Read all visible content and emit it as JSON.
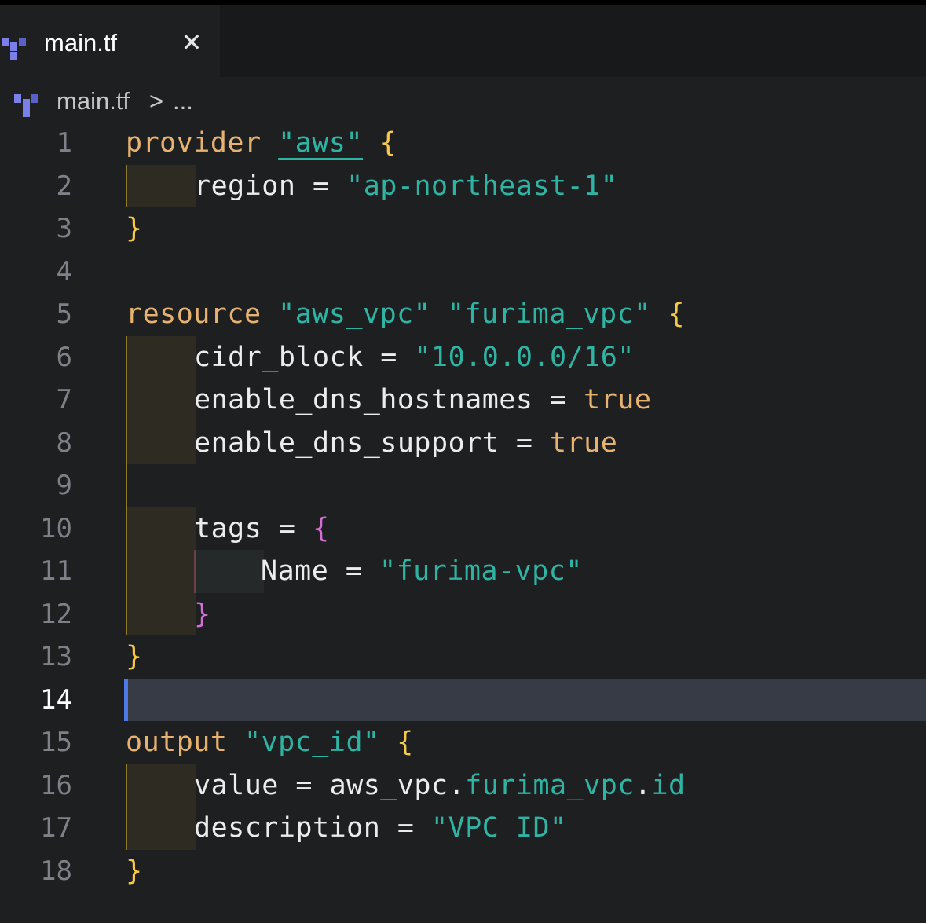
{
  "tab": {
    "label": "main.tf",
    "close": "✕"
  },
  "breadcrumb": {
    "file": "main.tf",
    "separator": ">",
    "more": "..."
  },
  "editor": {
    "active_line": 14,
    "lines": [
      {
        "n": "1",
        "provider_kw": "provider",
        "provider_name": "\"aws\"",
        "open": "{"
      },
      {
        "n": "2",
        "key": "region",
        "eq": " = ",
        "val": "\"ap-northeast-1\""
      },
      {
        "n": "3",
        "close": "}"
      },
      {
        "n": "4"
      },
      {
        "n": "5",
        "kw": "resource",
        "t1": "\"aws_vpc\"",
        "t2": "\"furima_vpc\"",
        "open": "{"
      },
      {
        "n": "6",
        "key": "cidr_block",
        "eq": " = ",
        "val": "\"10.0.0.0/16\""
      },
      {
        "n": "7",
        "key": "enable_dns_hostnames",
        "eq": " = ",
        "val": "true"
      },
      {
        "n": "8",
        "key": "enable_dns_support",
        "eq": " = ",
        "val": "true"
      },
      {
        "n": "9"
      },
      {
        "n": "10",
        "key": "tags",
        "eq": " = ",
        "open": "{"
      },
      {
        "n": "11",
        "key": "Name",
        "eq": " = ",
        "val": "\"furima-vpc\""
      },
      {
        "n": "12",
        "close": "}"
      },
      {
        "n": "13",
        "close": "}"
      },
      {
        "n": "14"
      },
      {
        "n": "15",
        "kw": "output",
        "t1": "\"vpc_id\"",
        "open": "{"
      },
      {
        "n": "16",
        "key": "value",
        "eq": " = ",
        "ref1": "aws_vpc.",
        "ref2": "furima_vpc",
        "ref3": ".",
        "ref4": "id"
      },
      {
        "n": "17",
        "key": "description",
        "eq": " = ",
        "val": "\"VPC ID\""
      },
      {
        "n": "18",
        "close": "}"
      }
    ]
  },
  "colors": {
    "background": "#1e1f21",
    "keyword": "#e7b26f",
    "string": "#2fb3a3",
    "brace_outer": "#f7c948",
    "brace_inner": "#d46ed6",
    "current_line": "#373b45",
    "cursor": "#4d79e8"
  },
  "icons": {
    "file_type": "terraform-icon"
  }
}
